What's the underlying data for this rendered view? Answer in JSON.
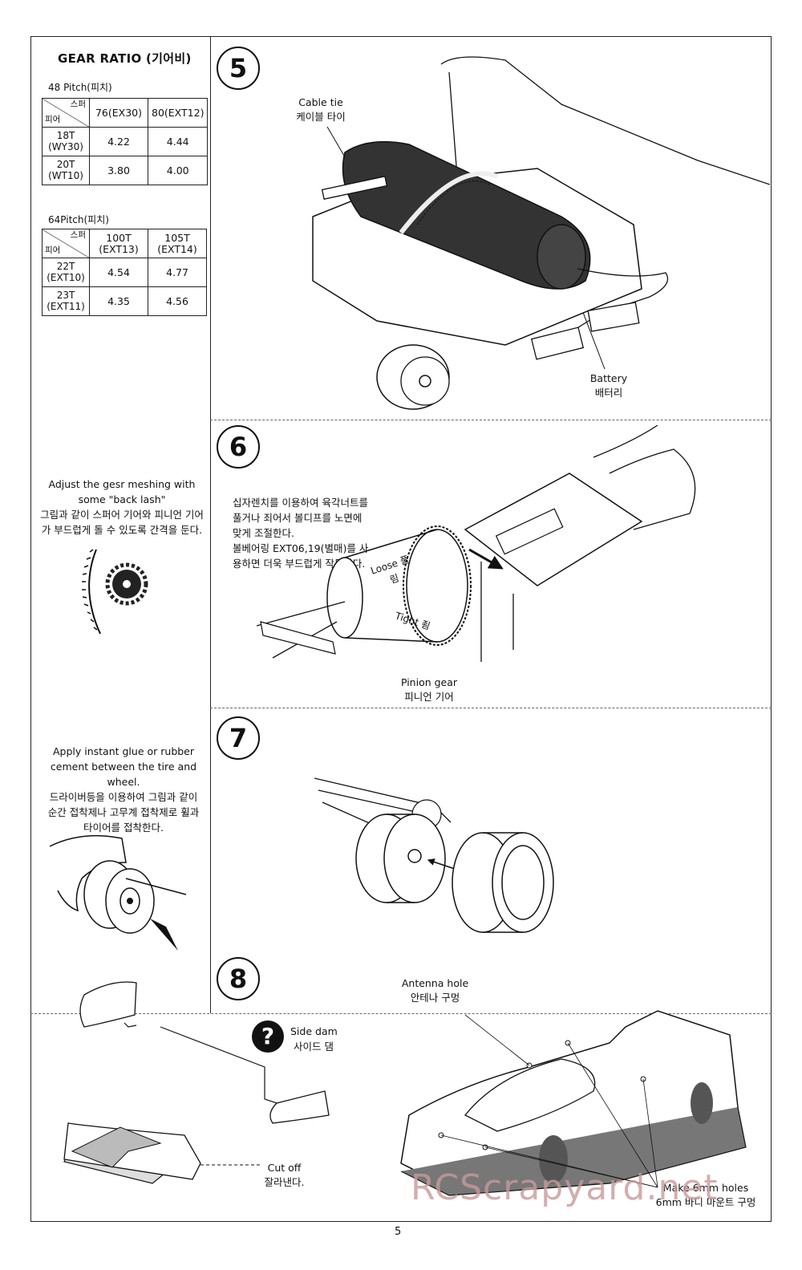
{
  "gear_ratio": {
    "title": "GEAR RATIO (기어비)",
    "table1": {
      "pitch_label": "48 Pitch(피치)",
      "corner_top": "스퍼",
      "corner_bottom": "피어",
      "columns": [
        "76(EX30)",
        "80(EXT12)"
      ],
      "rows": [
        {
          "header": "18T (WY30)",
          "values": [
            "4.22",
            "4.44"
          ]
        },
        {
          "header": "20T (WT10)",
          "values": [
            "3.80",
            "4.00"
          ]
        }
      ]
    },
    "table2": {
      "pitch_label": "64Pitch(피치)",
      "corner_top": "스퍼",
      "corner_bottom": "피어",
      "columns": [
        "100T (EXT13)",
        "105T (EXT14)"
      ],
      "rows": [
        {
          "header": "22T (EXT10)",
          "values": [
            "4.54",
            "4.77"
          ]
        },
        {
          "header": "23T (EXT11)",
          "values": [
            "4.35",
            "4.56"
          ]
        }
      ]
    }
  },
  "notes": {
    "backlash_en": "Adjust the gesr meshing with some \"back lash\"",
    "backlash_ko": "그림과 같이 스퍼어 기어와 피니언 기어가 부드럽게 돌 수 있도록 간격을 둔다.",
    "glue_en": "Apply instant glue or rubber cement between the tire and wheel.",
    "glue_ko": "드라이버등을 이용하여 그림과 같이 순간 접착제나 고무계 접착제로 휠과 타이어를 접착한다."
  },
  "steps": {
    "s5": {
      "number": "5",
      "cable_tie_en": "Cable tie",
      "cable_tie_ko": "케이블 타이",
      "battery_en": "Battery",
      "battery_ko": "배터리"
    },
    "s6": {
      "number": "6",
      "instruction": [
        "십자렌치를 이용하여 육각너트를",
        "풀거나 죄어서 볼디프를 노면에",
        "맞게 조절한다.",
        "볼베어링 EXT06,19(별매)를 사",
        "용하면 더욱 부드럽게 작동한다."
      ],
      "loose": "Loose 풀림",
      "tight": "Tight 죔",
      "pinion_en": "Pinion gear",
      "pinion_ko": "피니언 기어"
    },
    "s7": {
      "number": "7"
    },
    "s8": {
      "number": "8",
      "side_dam_en": "Side dam",
      "side_dam_ko": "사이드 댐",
      "antenna_en": "Antenna hole",
      "antenna_ko": "안테나 구멍",
      "cut_off_en": "Cut off",
      "cut_off_ko": "잘라낸다.",
      "holes_en": "Make 6mm holes",
      "holes_ko": "6mm 바디 마운트 구멍"
    }
  },
  "page_number": "5",
  "watermark": "RCScrapyard.net"
}
